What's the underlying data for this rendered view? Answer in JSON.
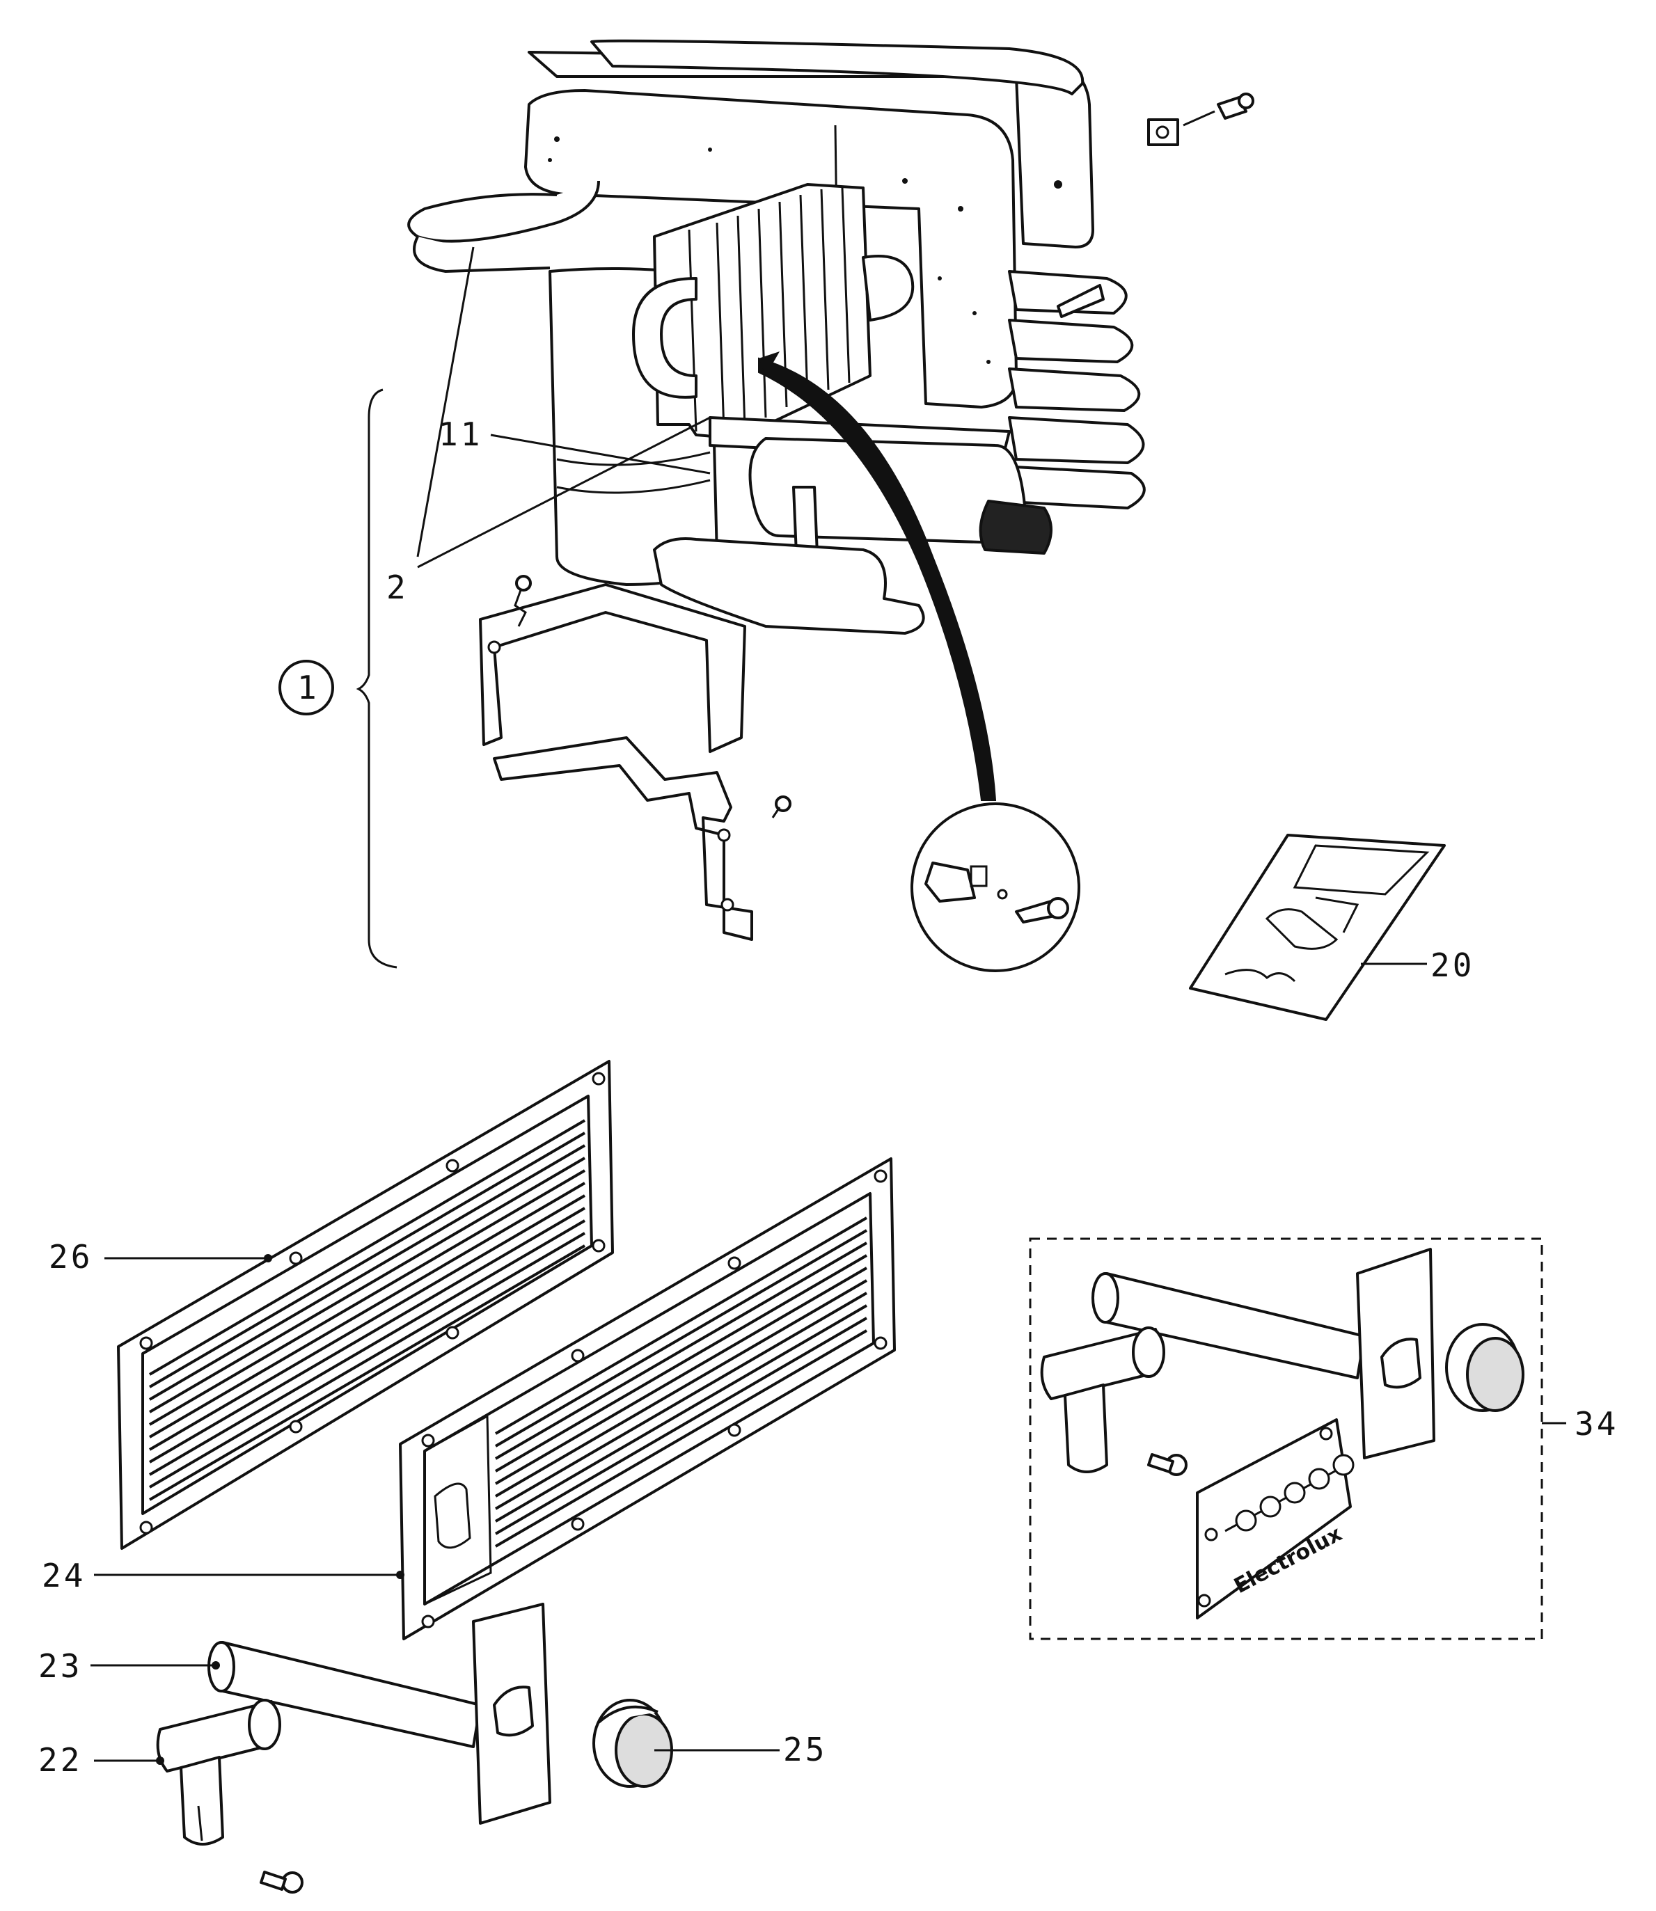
{
  "labels": {
    "kit": "1",
    "burner_tube": "2",
    "flue_baffle": "11",
    "manual": "20",
    "t_piece": "22",
    "flue_tube": "23",
    "lower_vent": "24",
    "cap": "25",
    "upper_vent": "26",
    "flue_kit": "34"
  },
  "logo": "Electrolux",
  "colors": {
    "ink": "#111111",
    "paper": "#ffffff"
  }
}
